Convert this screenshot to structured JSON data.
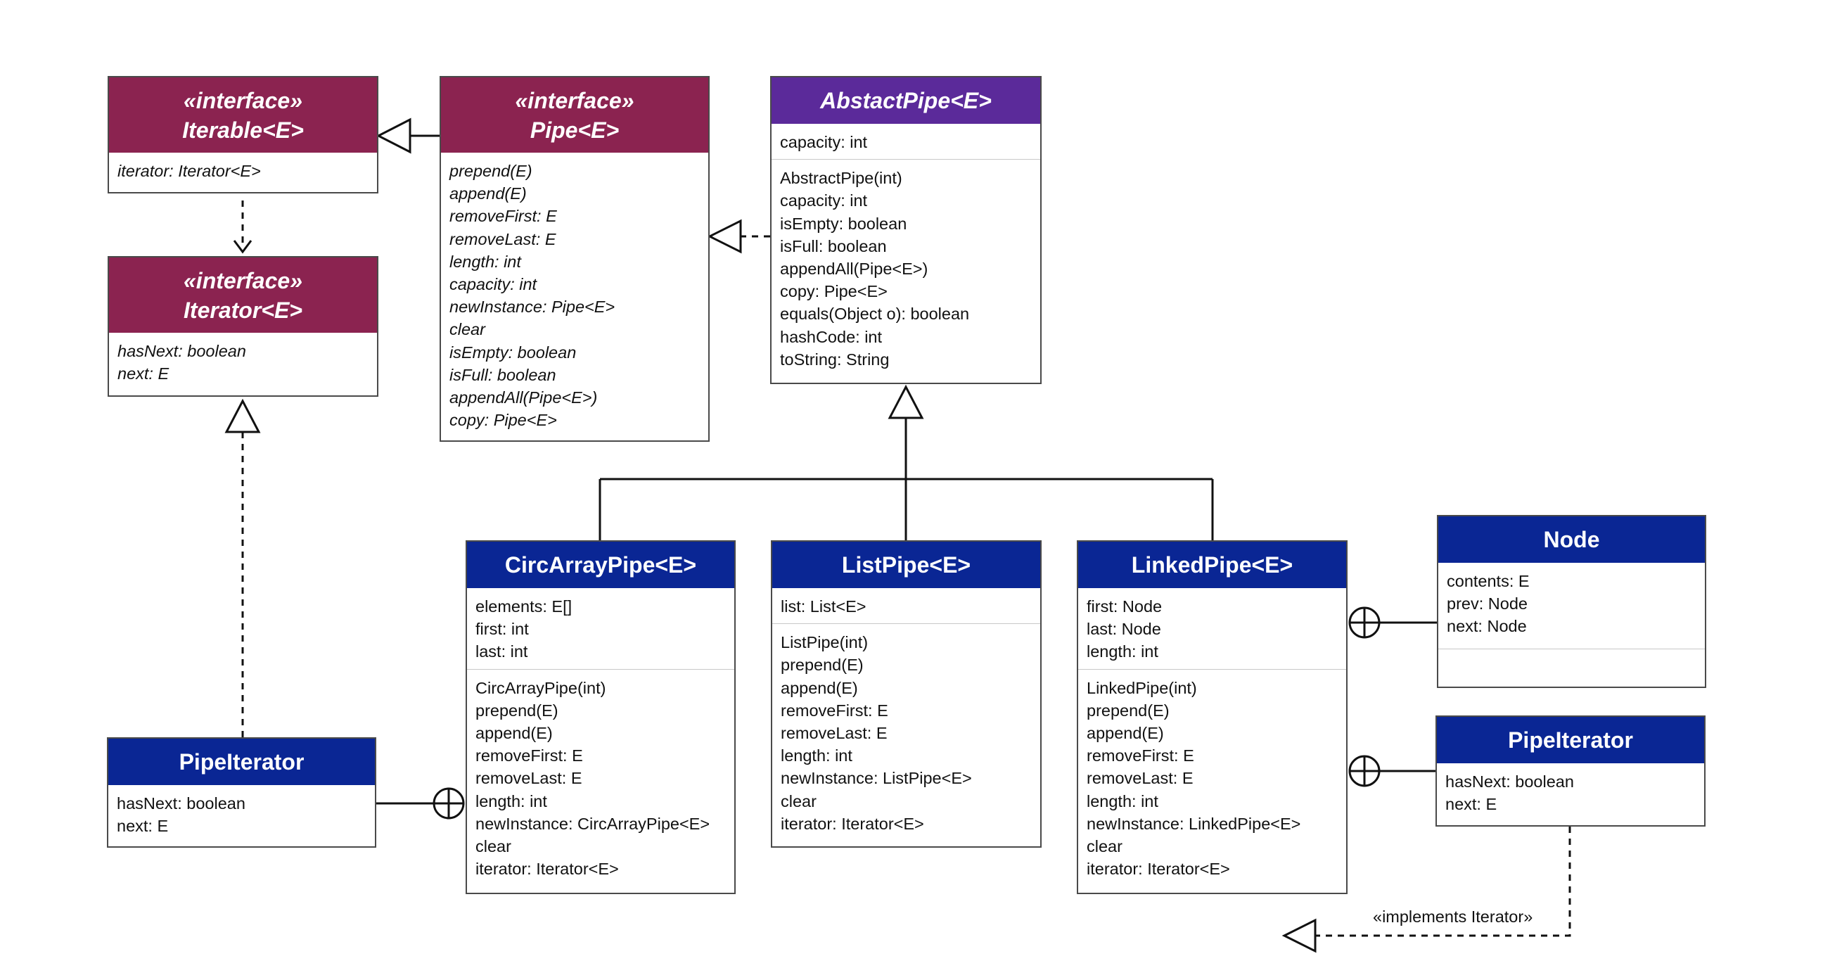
{
  "classes": {
    "iterable": {
      "stereotype": "«interface»",
      "name": "Iterable<E>",
      "attributes": [
        "iterator: Iterator<E>"
      ]
    },
    "iterator": {
      "stereotype": "«interface»",
      "name": "Iterator<E>",
      "attributes": [
        "hasNext: boolean",
        "next: E"
      ]
    },
    "pipe": {
      "stereotype": "«interface»",
      "name": "Pipe<E>",
      "operations": [
        "prepend(E)",
        "append(E)",
        "removeFirst: E",
        "removeLast: E",
        "length: int",
        "capacity: int",
        "newInstance: Pipe<E>",
        "clear",
        "isEmpty: boolean",
        "isFull: boolean",
        "appendAll(Pipe<E>)",
        "copy: Pipe<E>"
      ]
    },
    "abstract_pipe": {
      "name": "AbstactPipe<E>",
      "attributes": [
        "capacity: int"
      ],
      "operations": [
        "AbstractPipe(int)",
        "capacity: int",
        "isEmpty: boolean",
        "isFull: boolean",
        "appendAll(Pipe<E>)",
        "copy: Pipe<E>",
        "equals(Object o): boolean",
        "hashCode: int",
        "toString: String"
      ]
    },
    "pipe_iterator_left": {
      "name": "PipeIterator",
      "attributes": [
        "hasNext: boolean",
        "next: E"
      ]
    },
    "circ_array_pipe": {
      "name": "CircArrayPipe<E>",
      "attributes": [
        "elements: E[]",
        "first: int",
        "last: int"
      ],
      "operations": [
        "CircArrayPipe(int)",
        "prepend(E)",
        "append(E)",
        "removeFirst: E",
        "removeLast: E",
        "length: int",
        "newInstance: CircArrayPipe<E>",
        "clear",
        "iterator: Iterator<E>"
      ]
    },
    "list_pipe": {
      "name": "ListPipe<E>",
      "attributes": [
        "list: List<E>"
      ],
      "operations": [
        "ListPipe(int)",
        "prepend(E)",
        "append(E)",
        "removeFirst: E",
        "removeLast: E",
        "length: int",
        "newInstance: ListPipe<E>",
        "clear",
        "iterator: Iterator<E>"
      ]
    },
    "linked_pipe": {
      "name": "LinkedPipe<E>",
      "attributes": [
        "first: Node",
        "last: Node",
        "length: int"
      ],
      "operations": [
        "LinkedPipe(int)",
        "prepend(E)",
        "append(E)",
        "removeFirst: E",
        "removeLast: E",
        "length: int",
        "newInstance: LinkedPipe<E>",
        "clear",
        "iterator: Iterator<E>"
      ]
    },
    "node": {
      "name": "Node",
      "attributes": [
        "contents: E",
        "prev: Node",
        "next: Node"
      ],
      "operations": []
    },
    "pipe_iterator_right": {
      "name": "PipeIterator",
      "attributes": [
        "hasNext: boolean",
        "next: E"
      ]
    }
  },
  "edge_labels": {
    "implements_iterator": "«implements Iterator»"
  },
  "colors": {
    "interface_header": "#8b2350",
    "abstract_header": "#5b2a9a",
    "class_header": "#0a2694",
    "border": "#4a4a4a",
    "line": "#111111"
  }
}
